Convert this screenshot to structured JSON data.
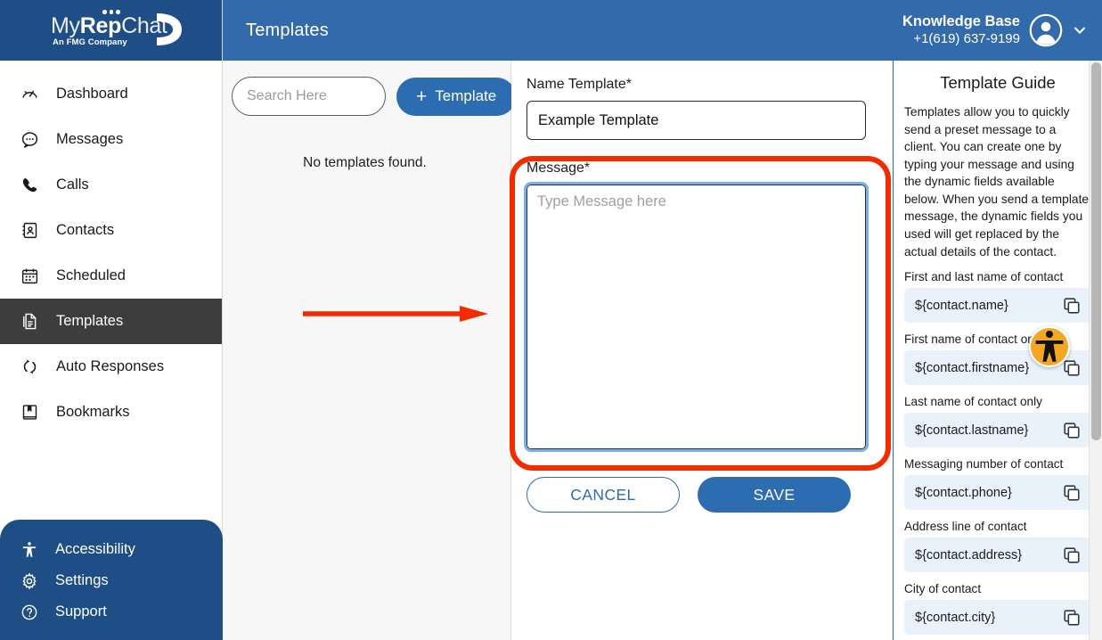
{
  "brand": {
    "name_light_1": "My",
    "name_bold": "Rep",
    "name_light_2": "Chat",
    "tagline": "An FMG Company",
    "primary_blue": "#1e4e85",
    "header_blue": "#336aab",
    "accent_blue": "#2c6cb0",
    "active_gray": "#3d3d3d",
    "annotation_red": "#f32c00",
    "a11y_orange": "#f5a623"
  },
  "sidebar": {
    "items": [
      {
        "label": "Dashboard",
        "icon": "speedometer-icon",
        "active": false
      },
      {
        "label": "Messages",
        "icon": "chat-bubble-icon",
        "active": false
      },
      {
        "label": "Calls",
        "icon": "phone-icon",
        "active": false
      },
      {
        "label": "Contacts",
        "icon": "contacts-book-icon",
        "active": false
      },
      {
        "label": "Scheduled",
        "icon": "calendar-icon",
        "active": false
      },
      {
        "label": "Templates",
        "icon": "document-icon",
        "active": true
      },
      {
        "label": "Auto Responses",
        "icon": "refresh-icon",
        "active": false
      },
      {
        "label": "Bookmarks",
        "icon": "bookmark-icon",
        "active": false
      }
    ],
    "bottom_items": [
      {
        "label": "Accessibility",
        "icon": "accessibility-icon"
      },
      {
        "label": "Settings",
        "icon": "gear-icon"
      },
      {
        "label": "Support",
        "icon": "question-circle-icon"
      }
    ]
  },
  "header": {
    "title": "Templates",
    "account_name": "Knowledge Base",
    "account_phone": "+1(619) 637-9199",
    "avatar_icon": "user-avatar-icon",
    "chevron_icon": "chevron-down-icon"
  },
  "list_panel": {
    "search_placeholder": "Search Here",
    "search_value": "",
    "add_button_label": "Template",
    "add_button_icon": "plus-icon",
    "empty_message": "No templates found."
  },
  "form": {
    "name_label": "Name Template*",
    "name_value": "Example Template",
    "name_placeholder": "Name Template",
    "message_label": "Message*",
    "message_value": "",
    "message_placeholder": "Type Message here",
    "cancel_label": "CANCEL",
    "save_label": "SAVE"
  },
  "guide": {
    "title": "Template Guide",
    "description": "Templates allow you to quickly send a preset message to a client. You can create one by typing your message and using the dynamic fields available below. When you send a template message, the dynamic fields you used will get replaced by the actual details of the contact.",
    "fields": [
      {
        "label": "First and last name of contact",
        "token": "${contact.name}"
      },
      {
        "label": "First name of contact only",
        "token": "${contact.firstname}"
      },
      {
        "label": "Last name of contact only",
        "token": "${contact.lastname}"
      },
      {
        "label": "Messaging number of contact",
        "token": "${contact.phone}"
      },
      {
        "label": "Address line of contact",
        "token": "${contact.address}"
      },
      {
        "label": "City of contact",
        "token": "${contact.city}"
      }
    ],
    "copy_icon": "copy-icon"
  },
  "annotations": {
    "highlight_shape": "rounded-rectangle",
    "arrow_direction": "right",
    "a11y_fab_icon": "accessibility-icon"
  }
}
